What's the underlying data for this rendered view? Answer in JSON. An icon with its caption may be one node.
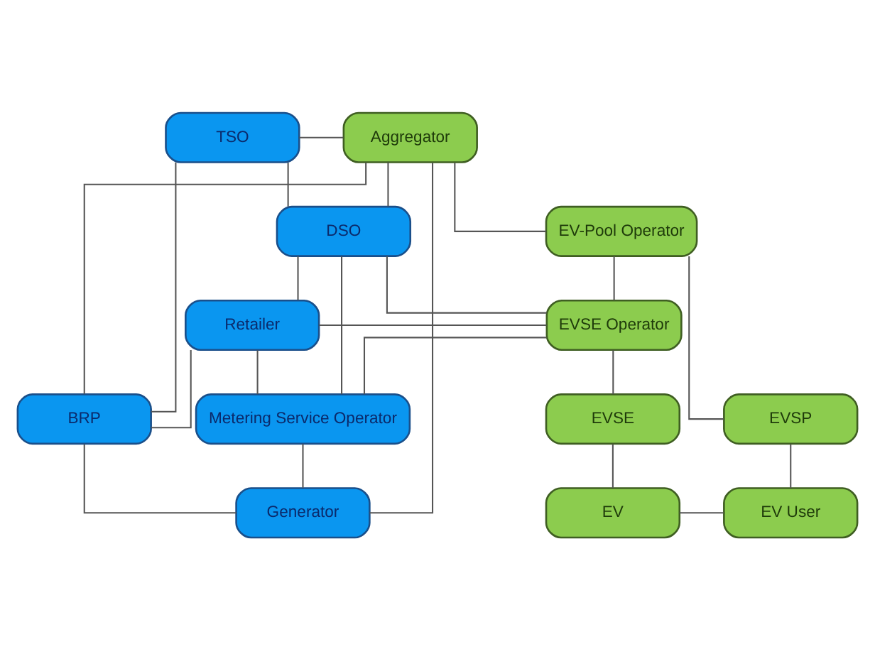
{
  "diagram": {
    "nodes": [
      {
        "text": [
          "TSO"
        ]
      },
      {
        "text": [
          "Aggregator"
        ]
      },
      {
        "text": [
          "DSO"
        ]
      },
      {
        "text": [
          "EV-Pool Operator"
        ]
      },
      {
        "text": [
          "Retailer"
        ]
      },
      {
        "text": [
          "EVSE Operator"
        ]
      },
      {
        "text": [
          "BRP"
        ]
      },
      {
        "text": [
          "Metering Service Operator"
        ]
      },
      {
        "text": [
          "EVSE"
        ]
      },
      {
        "text": [
          "EVSP"
        ]
      },
      {
        "text": [
          "Generator"
        ]
      },
      {
        "text": [
          "EV"
        ]
      },
      {
        "text": [
          "EV User"
        ]
      }
    ],
    "edges": [
      {
        "from": 0,
        "to": 1,
        "arrow": "none"
      },
      {
        "from": 0,
        "to": 2,
        "arrow": "none"
      },
      {
        "from": 0,
        "to": 6,
        "arrow": "none"
      },
      {
        "from": 1,
        "to": 6,
        "arrow": "none"
      },
      {
        "from": 1,
        "to": 3,
        "arrow": "none"
      },
      {
        "from": 2,
        "to": 1,
        "arrow": "none"
      },
      {
        "from": 1,
        "to": 10,
        "arrow": "none"
      },
      {
        "from": 4,
        "to": 2,
        "arrow": "none"
      },
      {
        "from": 2,
        "to": 5,
        "arrow": "none"
      },
      {
        "from": 5,
        "to": 3,
        "arrow": "none"
      },
      {
        "from": 3,
        "to": 9,
        "arrow": "none"
      },
      {
        "from": 4,
        "to": 5,
        "arrow": "none"
      },
      {
        "from": 4,
        "to": 7,
        "arrow": "none"
      },
      {
        "from": 7,
        "to": 5,
        "arrow": "none"
      },
      {
        "from": 7,
        "to": 2,
        "arrow": "none"
      },
      {
        "from": 4,
        "to": 6,
        "arrow": "none"
      },
      {
        "from": 6,
        "to": 10,
        "arrow": "none"
      },
      {
        "from": 10,
        "to": 7,
        "arrow": "none"
      },
      {
        "from": 5,
        "to": 8,
        "arrow": "none"
      },
      {
        "from": 8,
        "to": 11,
        "arrow": "none"
      },
      {
        "from": 11,
        "to": 12,
        "arrow": "none"
      },
      {
        "from": 9,
        "to": 12,
        "arrow": "none"
      }
    ]
  }
}
